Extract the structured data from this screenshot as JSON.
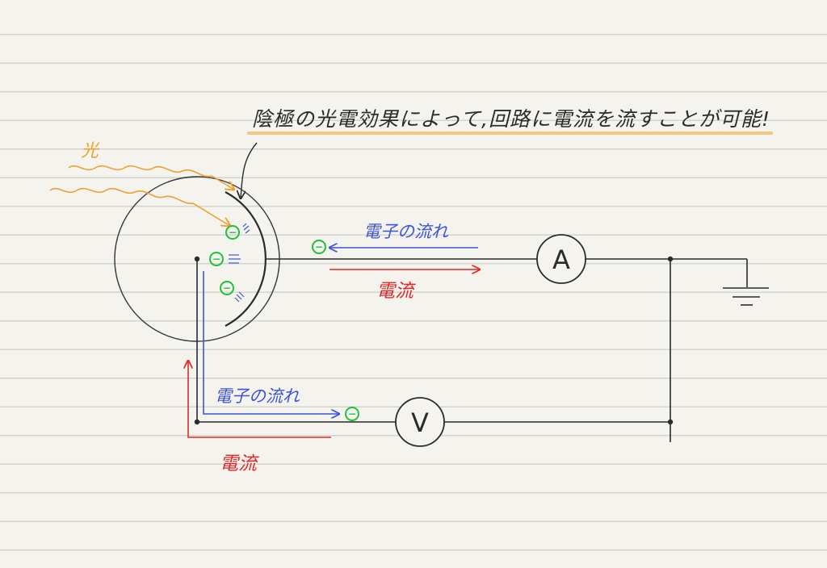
{
  "annotation": {
    "text": "陰極の光電効果によって,回路に電流を流すことが可能!"
  },
  "light": {
    "label": "光"
  },
  "top_branch": {
    "electron_flow": "電子の流れ",
    "current": "電流"
  },
  "bottom_branch": {
    "electron_flow": "電子の流れ",
    "current": "電流"
  },
  "meters": {
    "ammeter": "A",
    "voltmeter": "V"
  },
  "electron": {
    "symbol": "−"
  },
  "colors": {
    "background": "#f4f3ee",
    "ruled_line": "#d3d3cf",
    "wire": "#2b2b2b",
    "light": "#f0a030",
    "highlight": "#f6c77e",
    "electron_flow": "#3a55d8",
    "current": "#e02a2a",
    "electron": "#22c03a"
  }
}
